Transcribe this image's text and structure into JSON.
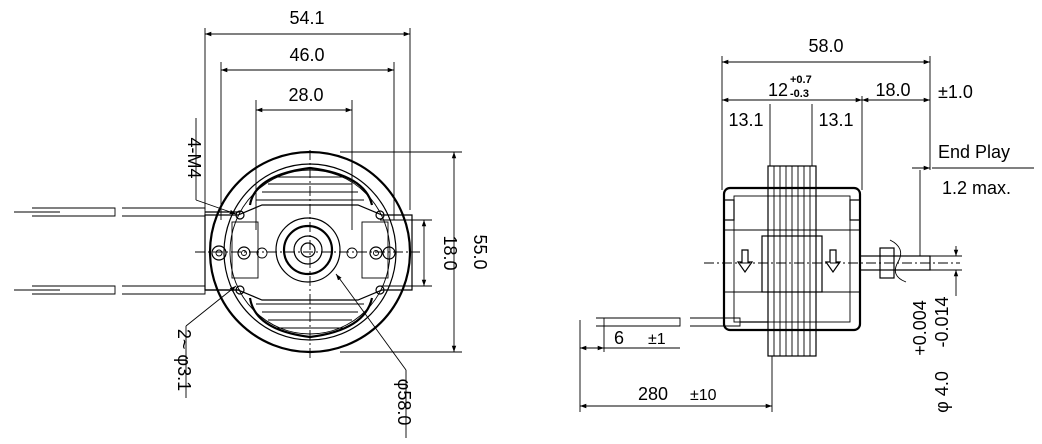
{
  "front_view": {
    "dim_overall_width": "54.1",
    "dim_mount_width": "46.0",
    "dim_inner_width": "28.0",
    "dim_height": "55.0",
    "dim_slot": "18.0",
    "label_thread": "4-M4",
    "label_holes": "2~ φ3.1",
    "label_diameter": "φ58.0"
  },
  "side_view": {
    "dim_total_length": "58.0",
    "dim_center": "12",
    "dim_center_tol_upper": "+0.7",
    "dim_center_tol_lower": "-0.3",
    "dim_right": "18.0",
    "dim_right_tol": "±1.0",
    "dim_left_13": "13.1",
    "dim_mid_13": "13.1",
    "end_play_label": "End Play",
    "end_play_value": "1.2 max.",
    "dim_lead_strip": "6",
    "dim_lead_strip_tol": "±1",
    "dim_lead_length": "280",
    "dim_lead_length_tol": "±10",
    "shaft_diameter": "φ 4.0",
    "shaft_tol_lower": "-0.014",
    "shaft_tol_upper": "+0.004"
  }
}
